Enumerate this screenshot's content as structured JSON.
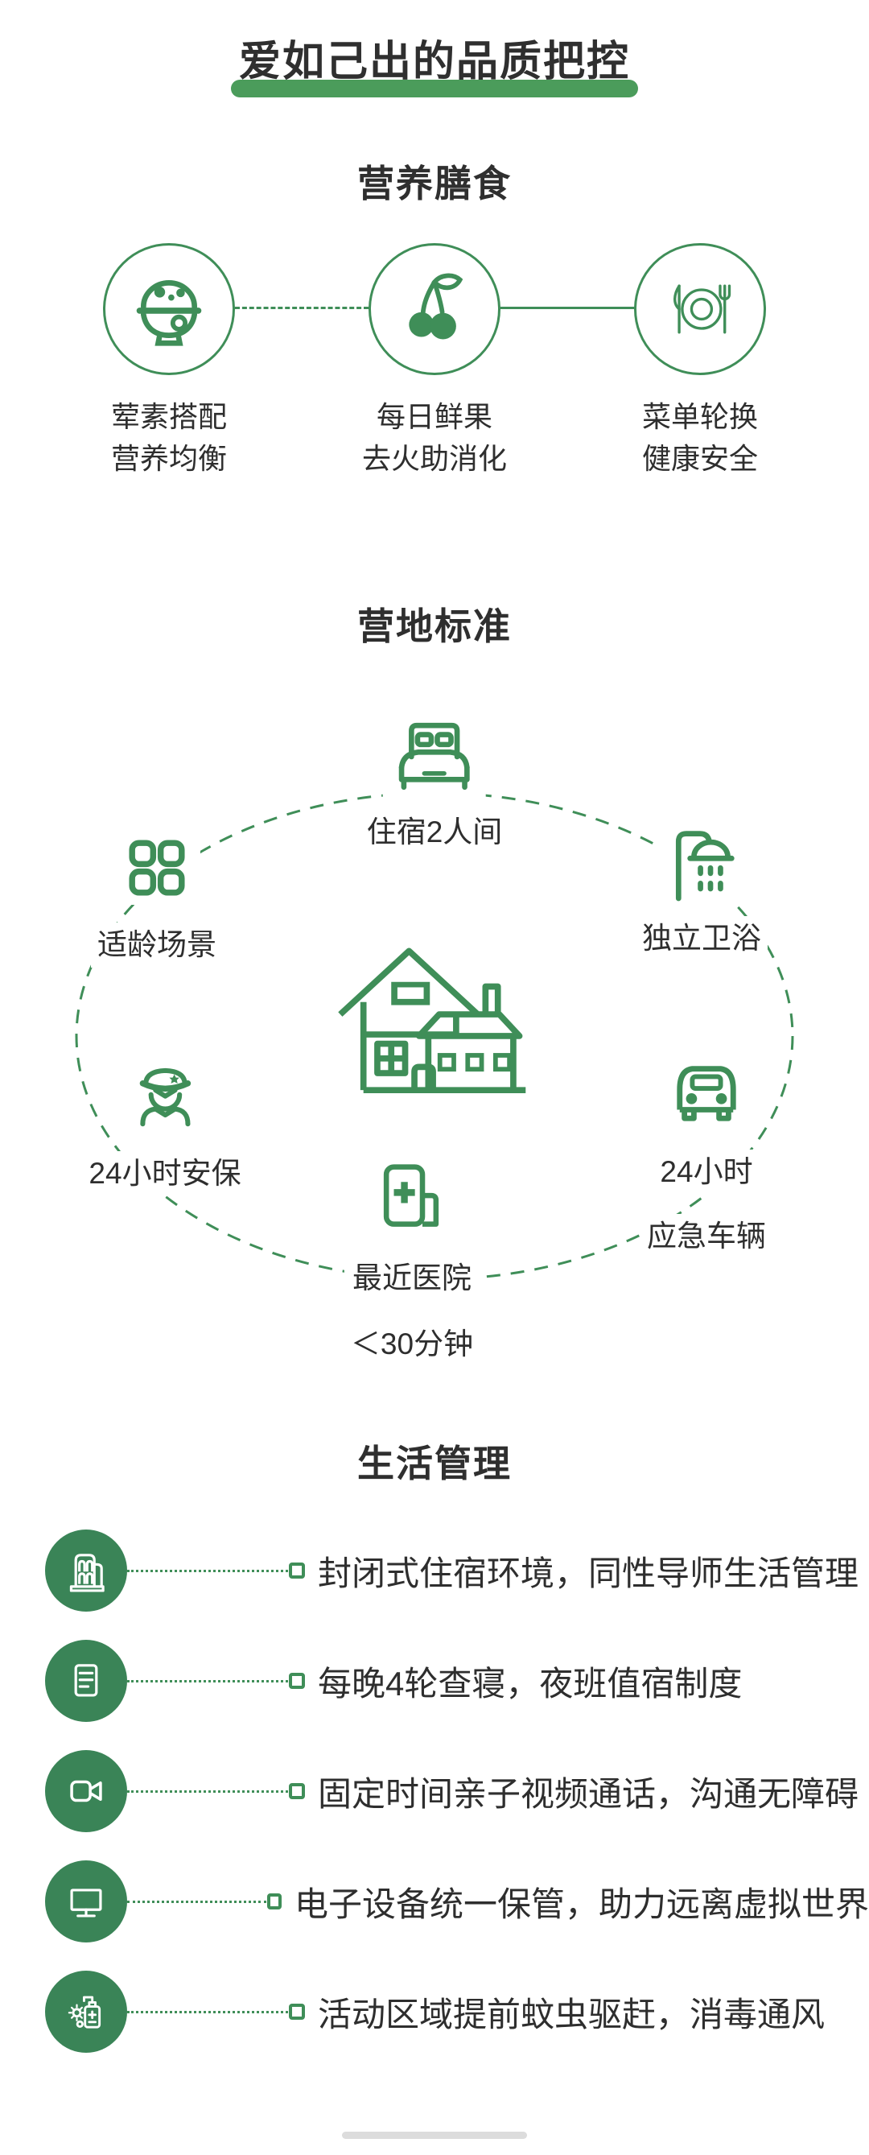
{
  "colors": {
    "stroke_green": "#3f8e58",
    "fill_green": "#3a8457",
    "bar_green": "#4b9c5b",
    "text_dark": "#2f2f2f"
  },
  "title": {
    "text": "爱如己出的品质把控"
  },
  "nutrition": {
    "heading": "营养膳食",
    "items": [
      {
        "icon": "rice-bowl-icon",
        "lines": [
          "荤素搭配",
          "营养均衡"
        ]
      },
      {
        "icon": "cherry-icon",
        "lines": [
          "每日鲜果",
          "去火助消化"
        ]
      },
      {
        "icon": "plate-cutlery-icon",
        "lines": [
          "菜单轮换",
          "健康安全"
        ]
      }
    ]
  },
  "camp": {
    "heading": "营地标准",
    "center_icon": "house-icon",
    "nodes": [
      {
        "icon": "double-bed-icon",
        "lines": [
          "住宿2人间"
        ]
      },
      {
        "icon": "grid-icon",
        "lines": [
          "适龄场景"
        ]
      },
      {
        "icon": "shower-icon",
        "lines": [
          "独立卫浴"
        ]
      },
      {
        "icon": "guard-icon",
        "lines": [
          "24小时安保"
        ]
      },
      {
        "icon": "car-icon",
        "lines": [
          "24小时",
          "应急车辆"
        ]
      },
      {
        "icon": "hospital-icon",
        "lines": [
          "最近医院",
          "＜30分钟"
        ]
      }
    ]
  },
  "management": {
    "heading": "生活管理",
    "items": [
      {
        "icon": "dormitory-icon",
        "text": "封闭式住宿环境，同性导师生活管理"
      },
      {
        "icon": "checklist-icon",
        "text": "每晚4轮查寝，夜班值宿制度"
      },
      {
        "icon": "video-camera-icon",
        "text": "固定时间亲子视频通话，沟通无障碍"
      },
      {
        "icon": "monitor-icon",
        "text": "电子设备统一保管，助力远离虚拟世界"
      },
      {
        "icon": "sanitizer-icon",
        "text": "活动区域提前蚊虫驱赶，消毒通风"
      }
    ]
  }
}
